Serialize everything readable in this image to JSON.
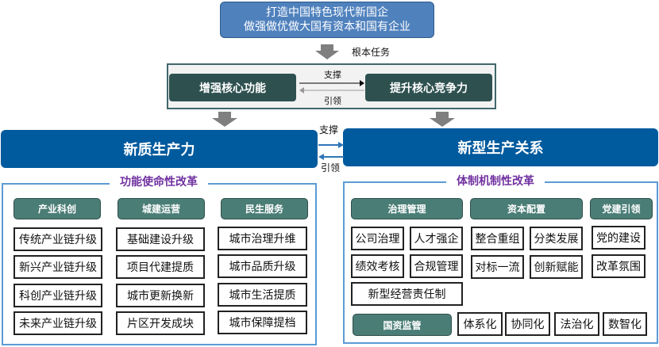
{
  "top": {
    "line1": "打造中国特色现代新国企",
    "line2": "做强做优做大国有资本和国有企业"
  },
  "root_task": "根本任务",
  "core": {
    "left": "增强核心功能",
    "right": "提升核心竞争力",
    "support": "支撑",
    "lead": "引领"
  },
  "main": {
    "left": "新质生产力",
    "right": "新型生产关系",
    "support": "支撑",
    "lead": "引领"
  },
  "left_section": {
    "title": "功能使命性改革",
    "columns": [
      {
        "header": "产业科创",
        "items": [
          "传统产业链升级",
          "新兴产业链升级",
          "科创产业链升级",
          "未来产业链升级"
        ]
      },
      {
        "header": "城建运营",
        "items": [
          "基础建设升级",
          "项目代建提质",
          "城市更新换新",
          "片区开发成块"
        ]
      },
      {
        "header": "民生服务",
        "items": [
          "城市治理升维",
          "城市品质升级",
          "城市生活提质",
          "城市保障提档"
        ]
      }
    ]
  },
  "right_section": {
    "title": "体制机制性改革",
    "governance": {
      "header": "治理管理",
      "items": [
        "公司治理",
        "人才强企",
        "绩效考核",
        "合规管理",
        "新型经营责任制"
      ]
    },
    "capital": {
      "header": "资本配置",
      "items": [
        "整合重组",
        "分类发展",
        "对标一流",
        "创新赋能"
      ]
    },
    "party": {
      "header": "党建引领",
      "items": [
        "党的建设",
        "改革氛围"
      ]
    },
    "supervision": {
      "header": "国资监管",
      "items": [
        "体系化",
        "协同化",
        "法治化",
        "数智化"
      ]
    }
  },
  "colors": {
    "accent_blue": "#005A9E",
    "teal": "#4a7d76",
    "purple": "#7030A0"
  }
}
